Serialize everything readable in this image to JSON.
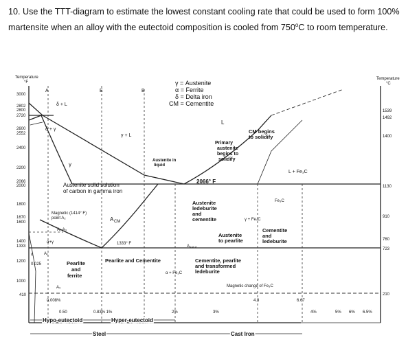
{
  "question": {
    "number": "10.",
    "text_before": "Use the TTT-diagram to estimate the lowest constant cooling rate that could be used to form 100% martensite when an alloy with the eutectoid composition is cooled from 750",
    "degree_unit": "°C",
    "text_after": " to room temperature."
  },
  "diagram": {
    "left_axis_title": "Temperature",
    "left_axis_unit": "°F",
    "right_axis_title": "Temperature",
    "right_axis_unit": "°C",
    "left_ticks": [
      "3000",
      "2802",
      "2800",
      "2720",
      "2600",
      "2552",
      "2400",
      "2200",
      "2066",
      "2000",
      "1800",
      "1670",
      "1600",
      "1400",
      "1333",
      "1200",
      "1000",
      "410"
    ],
    "right_ticks": [
      "1539",
      "1492",
      "1400",
      "1130",
      "910",
      "760",
      "723",
      "210"
    ],
    "bottom_ticks": [
      "0.50",
      "0.83% 1%",
      "2%",
      "3%",
      "4%",
      "5%",
      "6%",
      "6.5%"
    ],
    "point_labels": [
      "A",
      "E",
      "B",
      "L",
      "A",
      "A"
    ],
    "legend": [
      "γ = Austenite",
      "α = Ferrite",
      "δ = Delta iron",
      "CM = Cementite"
    ],
    "regions": {
      "delta_l": "δ + L",
      "delta_gamma": "δ + γ",
      "gamma_l": "γ + L",
      "gamma": "γ",
      "liquid": "L",
      "austenite_solution_1": "Austenite solid solution",
      "austenite_solution_2": "of carbon in gamma iron",
      "austenite_liquid_1": "Austenite in",
      "austenite_liquid_2": "liquid",
      "primary_1": "Primary",
      "primary_2": "austenite",
      "primary_3": "begins to",
      "primary_4": "solidify",
      "cm_begins_1": "CM begins",
      "cm_begins_2": "to solidify",
      "l_fe3c": "L + Fe₃C",
      "temp_2066": "2066° F",
      "magnetic_1": "Magnetic (1414° F)",
      "magnetic_2": "point A₂",
      "a2a3": "A₂ A₃",
      "acm": "A",
      "acm_sub": "CM",
      "alpha_gamma": "α+γ",
      "a1": "A₁",
      "temp_1333": "1333° F",
      "aust_led_1": "Austenite",
      "aust_led_2": "ledeburite",
      "aust_led_3": "and",
      "aust_led_4": "cementite",
      "gamma_fe3c": "γ + Fe₃C",
      "fe3c": "Fe₃C",
      "cem_led_1": "Cementite",
      "cem_led_2": "and",
      "cem_led_3": "ledeburite",
      "aust_pearl_1": "Austenite",
      "aust_pearl_2": "to pearlite",
      "a123": "A₁,₂,₃",
      "alpha_small": "α",
      "c0025": "0.025",
      "pearlite_ferrite_1": "Pearlite",
      "pearlite_ferrite_2": "and",
      "pearlite_ferrite_3": "ferrite",
      "pearlite_cementite": "Pearlite and Cementite",
      "alpha_fe3c": "α + Fe₃C",
      "cem_pearl_1": "Cementite, pearlite",
      "cem_pearl_2": "and transformed",
      "cem_pearl_3": "ledeburite",
      "a0": "A₀",
      "magnetic_fe3c": "Magnetic change of Fe₃C",
      "c0008": "0.008%",
      "c43": "4.3",
      "c667": "6.67"
    },
    "bottom_labels": {
      "hypo": "Hypo-eutectoid",
      "hyper": "Hyper-eutectoid",
      "steel": "Steel",
      "cast_iron": "Cast Iron"
    }
  }
}
